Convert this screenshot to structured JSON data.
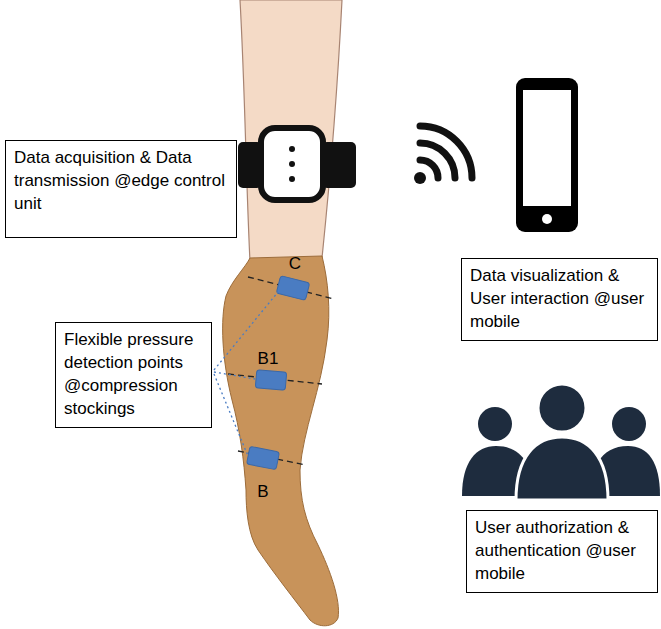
{
  "diagram": {
    "nodes": [
      {
        "text": [
          "Data acquisition & Data transmission @edge control unit"
        ]
      },
      {
        "text": [
          "Data visualization & User interaction @user mobile"
        ]
      },
      {
        "text": [
          "Flexible pressure detection points @compression stockings"
        ]
      },
      {
        "text": [
          "User authorization & authentication @user mobile"
        ]
      }
    ],
    "labels": [
      "C",
      "B1",
      "B"
    ]
  }
}
